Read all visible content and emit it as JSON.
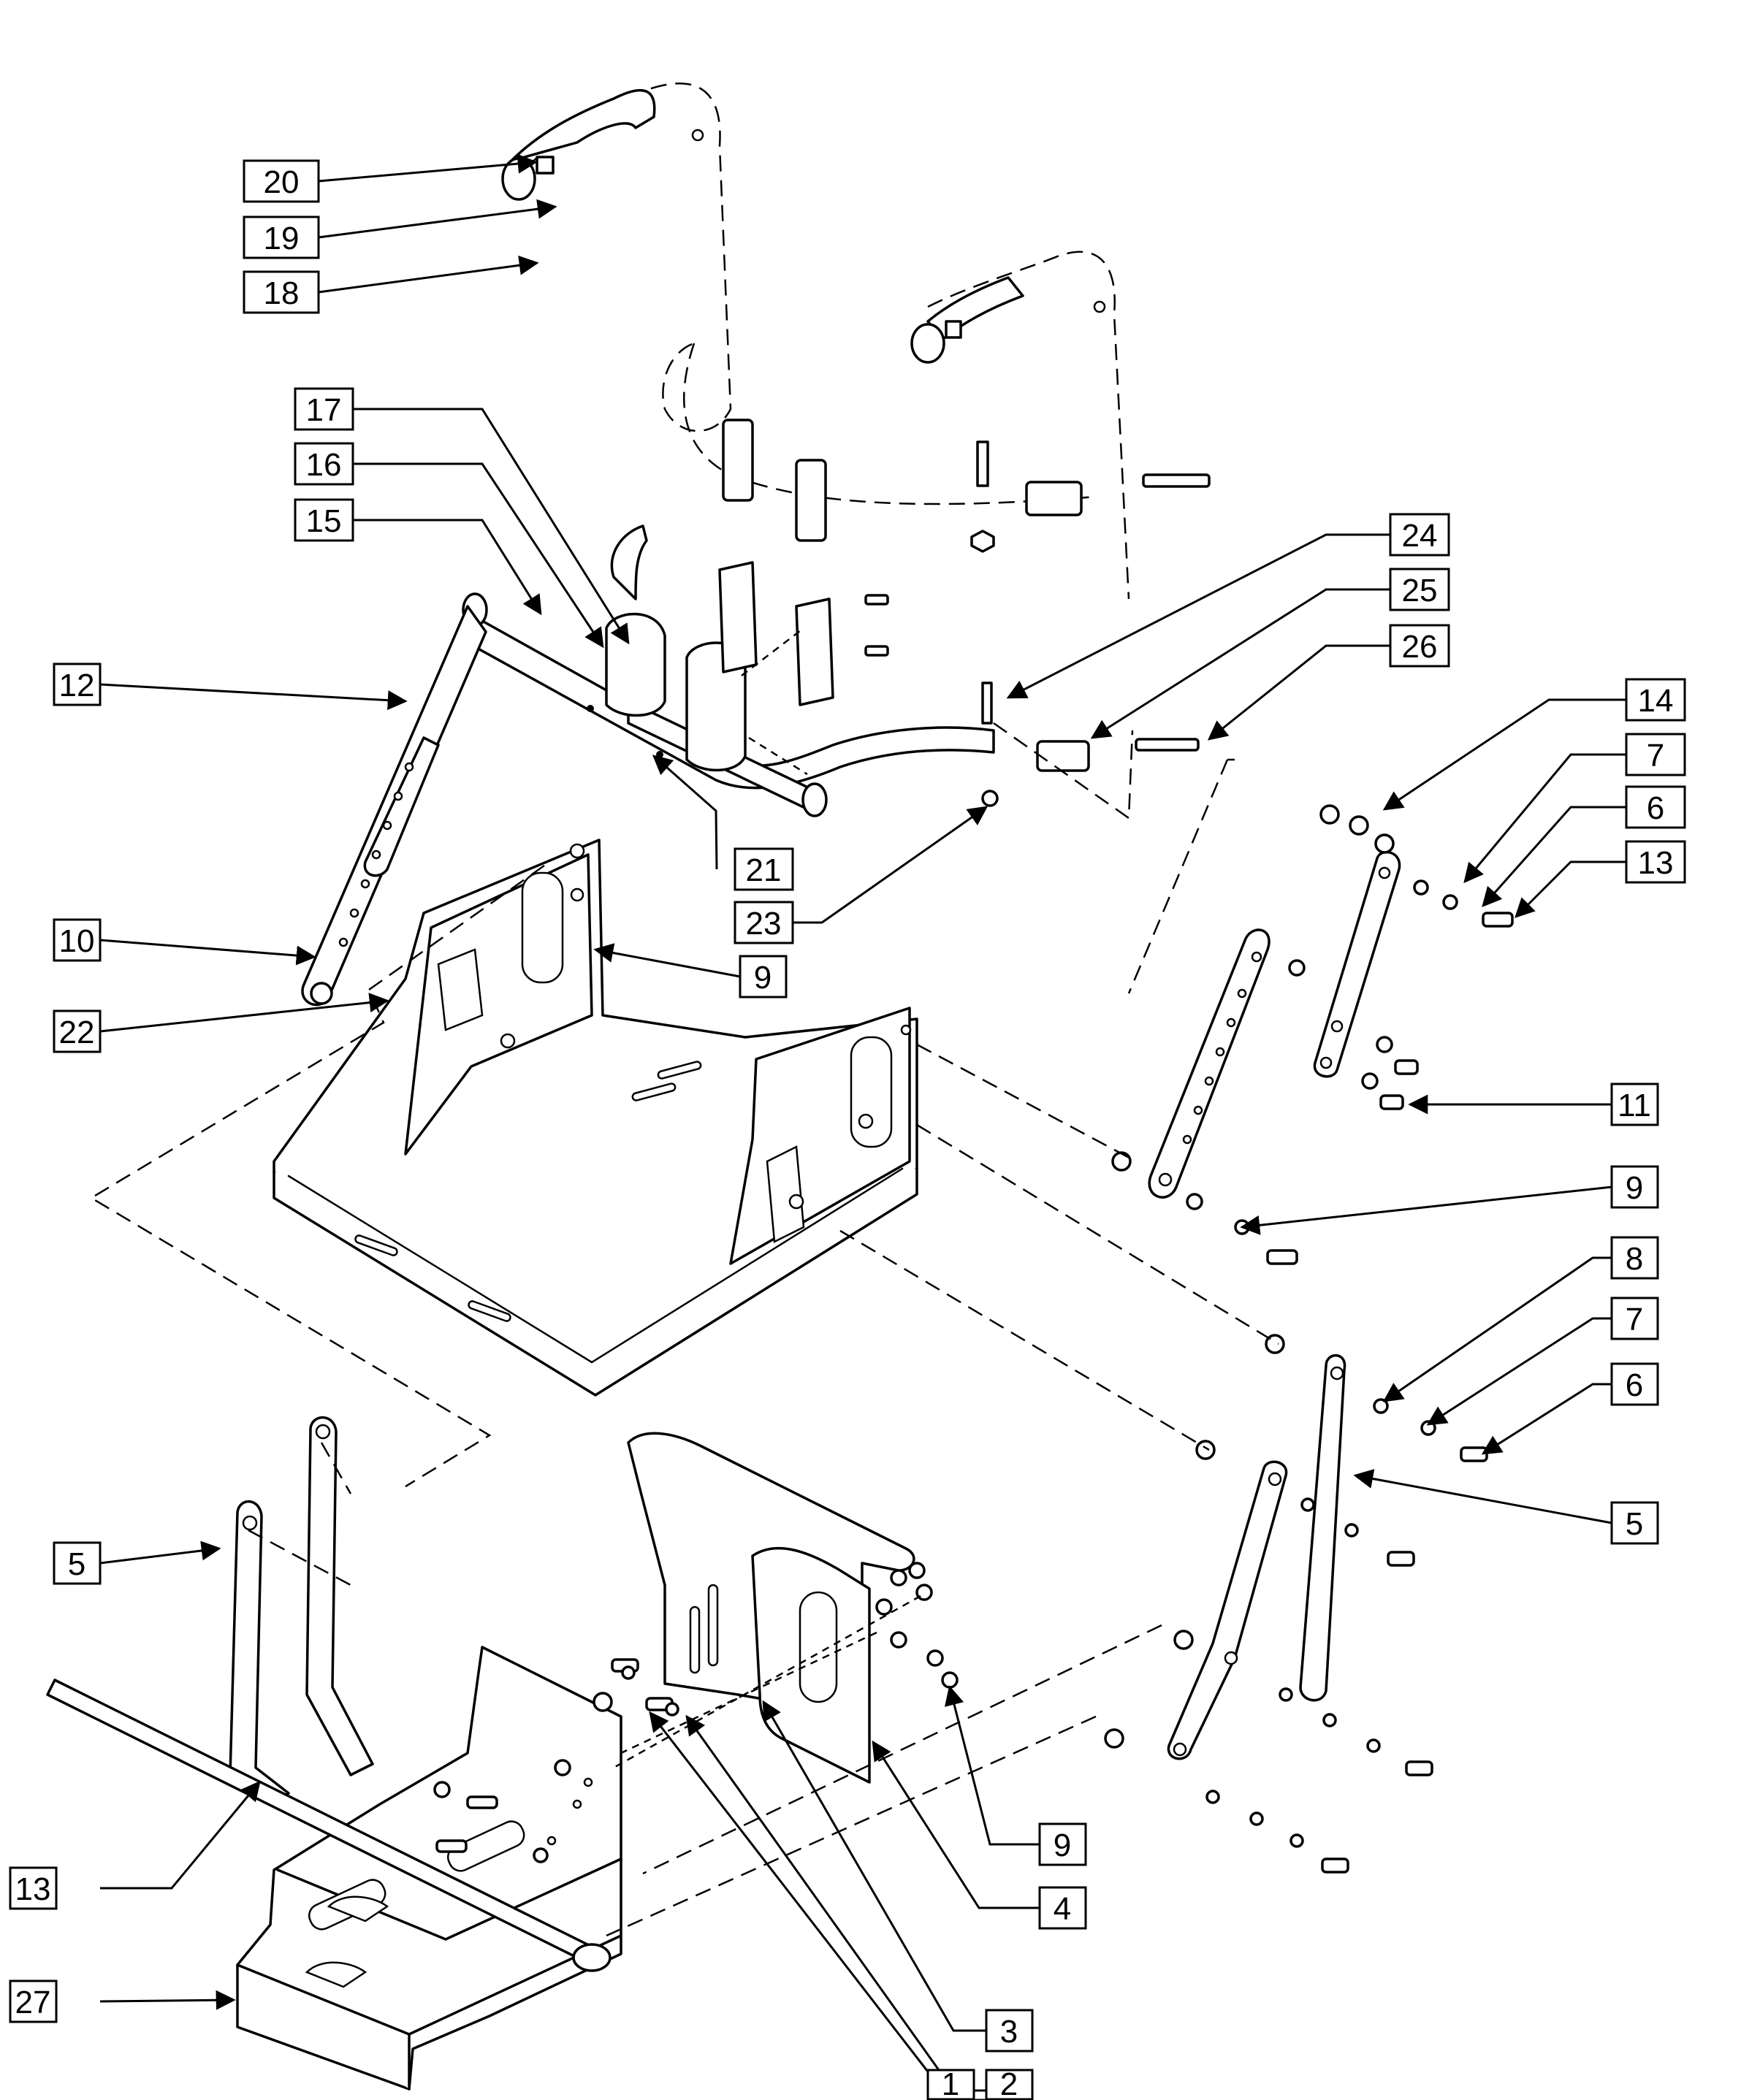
{
  "callouts": [
    "20",
    "19",
    "18",
    "17",
    "16",
    "15",
    "12",
    "24",
    "25",
    "26",
    "14",
    "7",
    "6",
    "13",
    "21",
    "23",
    "10",
    "9",
    "22",
    "11",
    "9",
    "8",
    "7",
    "6",
    "5",
    "5",
    "9",
    "4",
    "13",
    "3",
    "2",
    "27",
    "1"
  ]
}
